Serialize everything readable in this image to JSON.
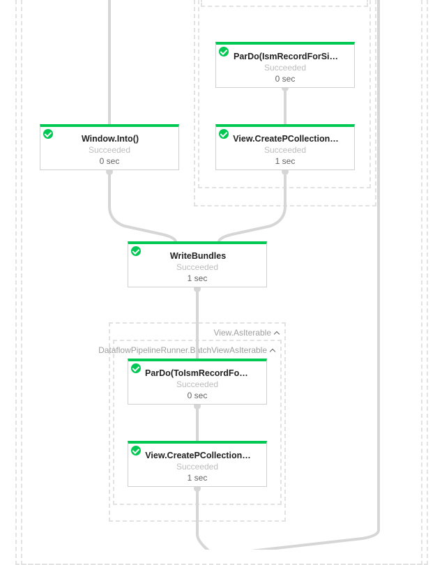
{
  "nodes": [
    {
      "id": "pardo-ismrecord",
      "title": "ParDo(IsmRecordForSi…",
      "status": "Succeeded",
      "time": "0 sec"
    },
    {
      "id": "window-into",
      "title": "Window.Into()",
      "status": "Succeeded",
      "time": "0 sec"
    },
    {
      "id": "view-createpcollection-1",
      "title": "View.CreatePCollection…",
      "status": "Succeeded",
      "time": "1 sec"
    },
    {
      "id": "writebundles",
      "title": "WriteBundles",
      "status": "Succeeded",
      "time": "1 sec"
    },
    {
      "id": "pardo-toismrecord",
      "title": "ParDo(ToIsmRecordFor…",
      "status": "Succeeded",
      "time": "0 sec"
    },
    {
      "id": "view-createpcollection-2",
      "title": "View.CreatePCollection…",
      "status": "Succeeded",
      "time": "1 sec"
    }
  ],
  "groups": {
    "view_asiterable": {
      "label": "View.AsIterable"
    },
    "batch_view_asiterable": {
      "label": "DataflowPipelineRunner.BatchViewAsIterable"
    }
  },
  "colors": {
    "success": "#00c853",
    "edge": "#d6d6d6",
    "group_border": "#e2e2e2"
  }
}
